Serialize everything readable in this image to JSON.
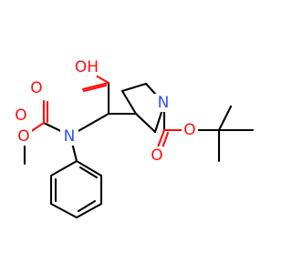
{
  "molecule": {
    "atoms": {
      "acid_oh": "OH",
      "acid_carbonyl_o": "O",
      "carbamate_carbonyl_o": "O",
      "methoxy_o": "O",
      "amine_n": "N",
      "pyrrolidine_n": "N",
      "boc_carbonyl_o": "O",
      "boc_ester_o": "O"
    },
    "colors": {
      "bond": "#000000",
      "oxygen": "#ff0d0d",
      "nitrogen": "#3050f8",
      "background": "#ffffff"
    }
  }
}
